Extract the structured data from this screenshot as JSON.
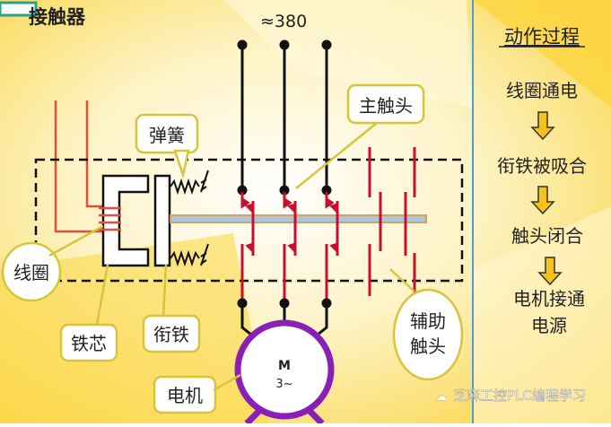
{
  "title": "接触器",
  "supply_label": "≈380",
  "callouts": {
    "spring": "弹簧",
    "main_contacts": "主触头",
    "coil": "线圈",
    "iron_core": "铁芯",
    "armature": "衔铁",
    "aux_contacts_line1": "辅助",
    "aux_contacts_line2": "触头",
    "motor": "电机"
  },
  "motor": {
    "line1": "M",
    "line2": "3~"
  },
  "process": {
    "title": "动作过程",
    "steps": [
      "线圈通电",
      "衔铁被吸合",
      "触头闭合",
      "电机接通",
      "电源"
    ]
  },
  "watermark": "芝麻工控PLC编程学习",
  "colors": {
    "background": "#fcd94a",
    "wire_red": "#c8102e",
    "motor": "#8a1fb5",
    "divider": "#4a9fd6",
    "callout_border": "#d8c43a"
  }
}
